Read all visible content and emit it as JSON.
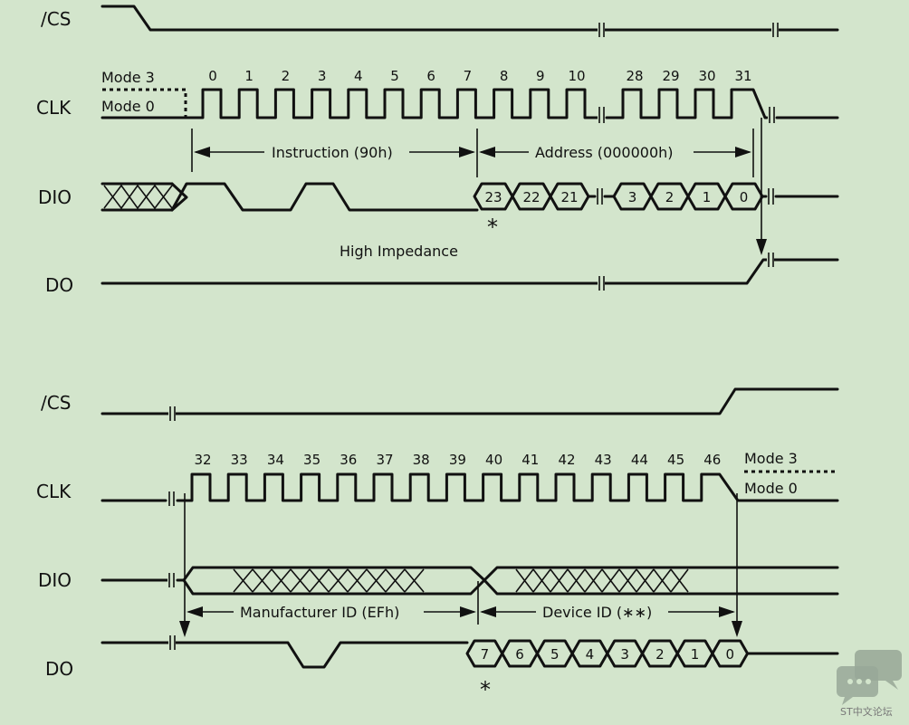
{
  "signals": {
    "cs": "/CS",
    "clk": "CLK",
    "dio": "DIO",
    "do": "DO"
  },
  "modes": {
    "mode3": "Mode 3",
    "mode0": "Mode 0"
  },
  "top": {
    "clock_numbers": [
      "0",
      "1",
      "2",
      "3",
      "4",
      "5",
      "6",
      "7",
      "8",
      "9",
      "10"
    ],
    "clock_numbers_tail": [
      "28",
      "29",
      "30",
      "31"
    ],
    "instruction_label": "Instruction (90h)",
    "address_label": "Address (000000h)",
    "address_bits_head": [
      "23",
      "22",
      "21"
    ],
    "address_bits_tail": [
      "3",
      "2",
      "1",
      "0"
    ],
    "high_impedance": "High Impedance",
    "star": "*"
  },
  "bottom": {
    "clock_numbers": [
      "32",
      "33",
      "34",
      "35",
      "36",
      "37",
      "38",
      "39",
      "40",
      "41",
      "42",
      "43",
      "44",
      "45",
      "46"
    ],
    "manufacturer_label": "Manufacturer ID (EFh)",
    "device_label": "Device ID (∗∗)",
    "do_bits": [
      "7",
      "6",
      "5",
      "4",
      "3",
      "2",
      "1",
      "0"
    ],
    "star": "*"
  },
  "watermark": {
    "text": "ST中文论坛",
    "icon": "chat-bubbles-icon"
  }
}
